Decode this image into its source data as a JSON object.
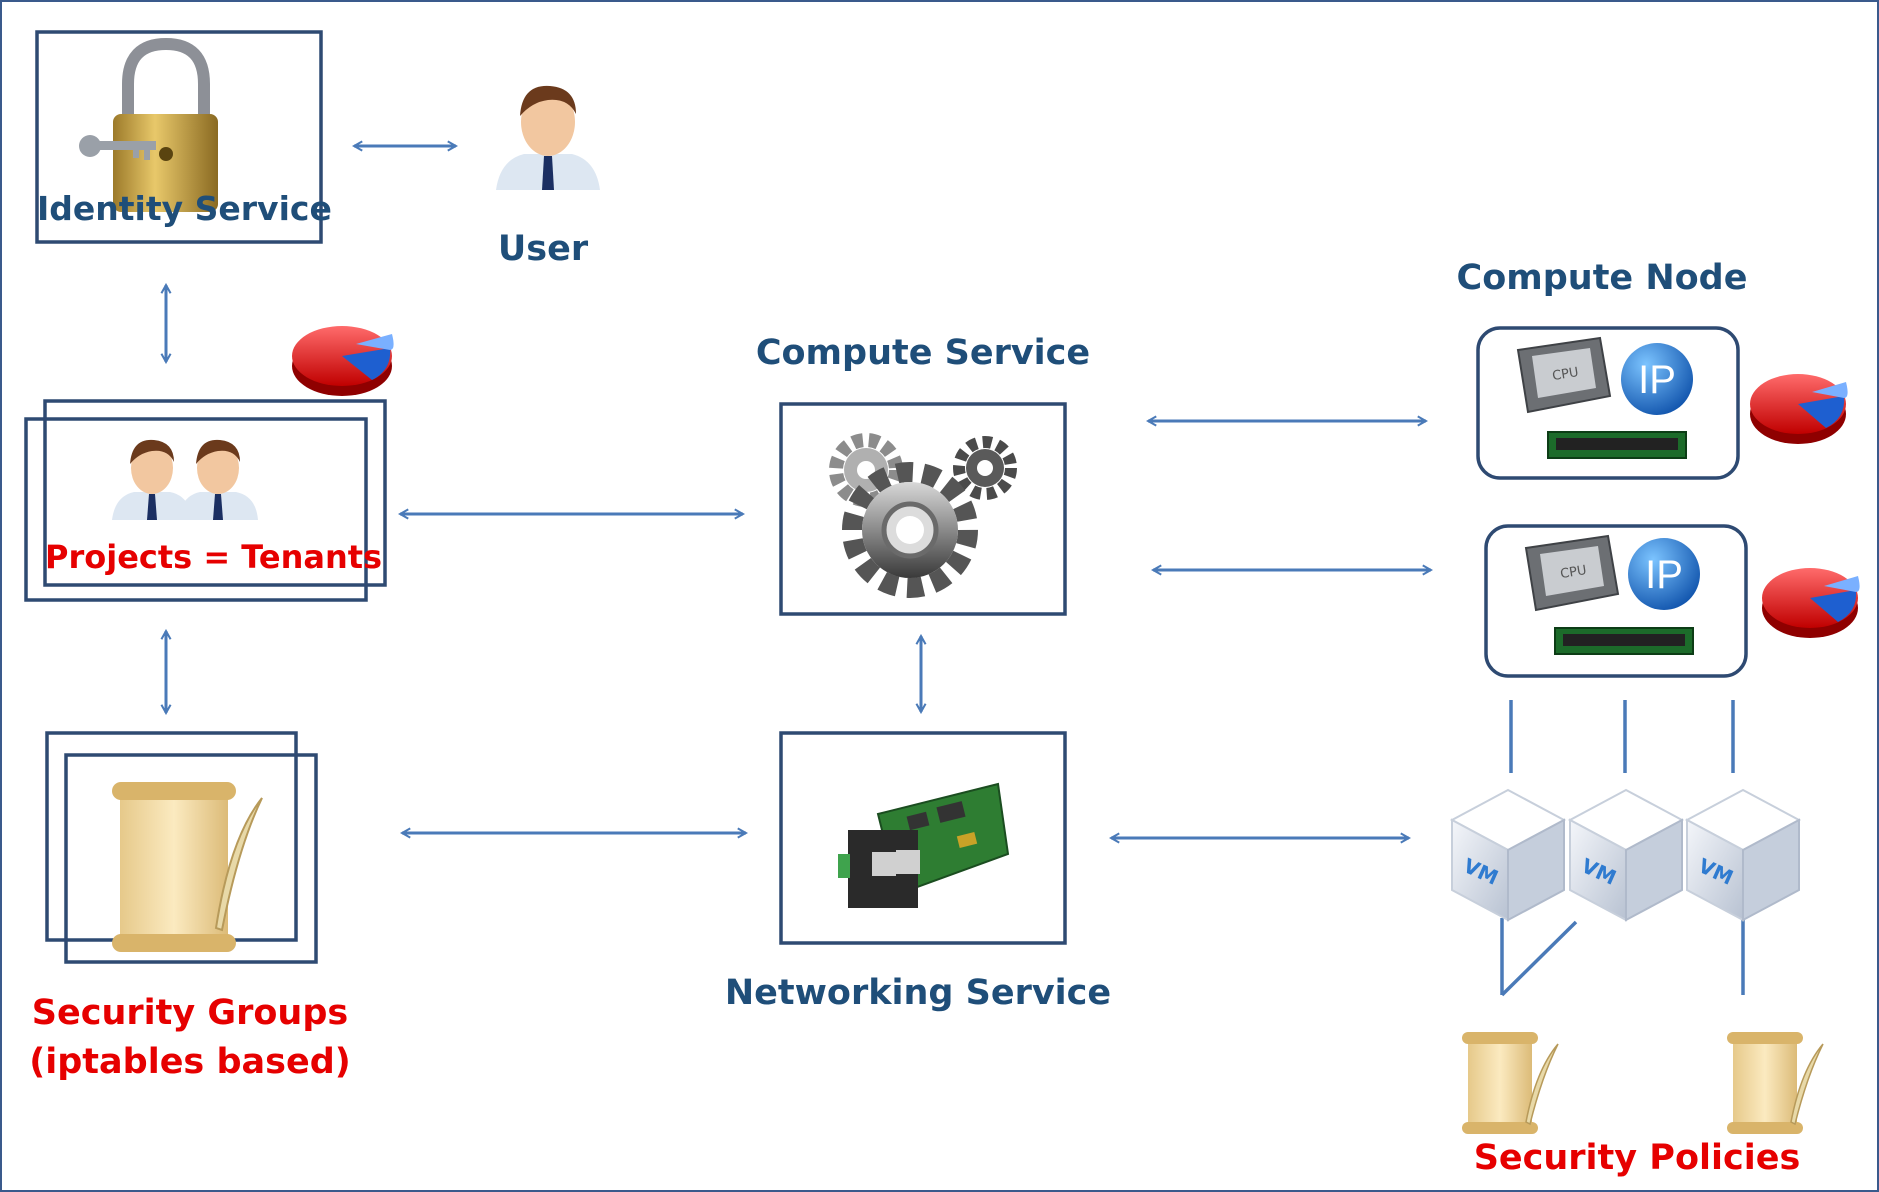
{
  "labels": {
    "identity_service": "Identity Service",
    "user": "User",
    "projects": "Projects = Tenants",
    "security_groups_line1": "Security Groups",
    "security_groups_line2": "(iptables based)",
    "compute_service": "Compute Service",
    "networking_service": "Networking Service",
    "compute_node": "Compute Node",
    "security_policies": "Security Policies"
  },
  "icon_text": {
    "cpu": "CPU",
    "ip": "IP",
    "vm": "VM"
  },
  "colors": {
    "box_border": "#2e4a72",
    "arrow": "#4a7ab8",
    "blue_label": "#1f4e79",
    "red_label": "#e60000"
  }
}
